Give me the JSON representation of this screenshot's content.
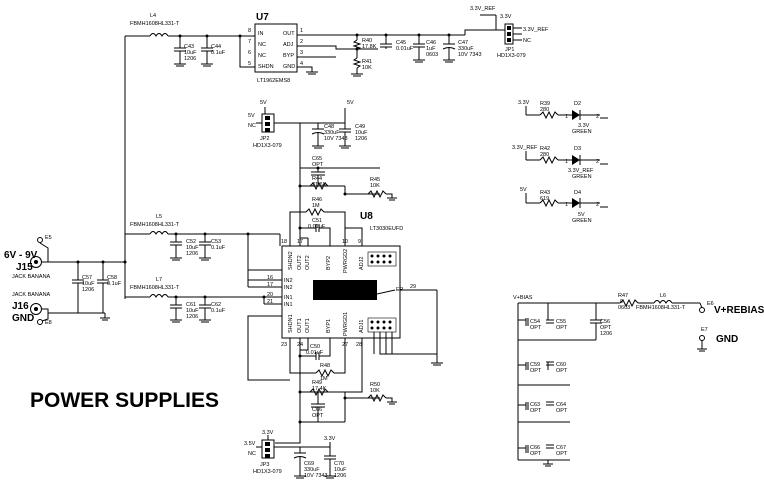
{
  "title": "POWER SUPPLIES",
  "connectors": {
    "j15": {
      "ref": "J15",
      "volt": "6V - 9V",
      "name": "JACK BANANA",
      "pin": "E5"
    },
    "j16": {
      "ref": "J16",
      "volt": "GND",
      "name": "JACK BANANA",
      "pin": "E8"
    },
    "e6": {
      "pin": "E6",
      "label": "V+REBIAS"
    },
    "e7": {
      "pin": "E7",
      "label": "GND"
    }
  },
  "u7": {
    "ref": "U7",
    "part": "LT1962EMS8",
    "pins_left": [
      "IN",
      "NC",
      "NC",
      "SHDN"
    ],
    "pins_left_num": [
      "8",
      "7",
      "6",
      "5"
    ],
    "pins_right": [
      "OUT",
      "ADJ",
      "BYP",
      "GND"
    ],
    "pins_right_num": [
      "1",
      "2",
      "3",
      "4"
    ]
  },
  "u8": {
    "ref": "U8",
    "part": "LT3030EUFD",
    "top_pins": [
      "SHDN2",
      "OUT2",
      "OUT2",
      "BYP2",
      "PWRGD2",
      "ADJ2"
    ],
    "top_nums": [
      "18",
      "17",
      "",
      "",
      "10",
      "9"
    ],
    "bot_pins": [
      "SHDN1",
      "OUT1",
      "OUT1",
      "BYP1",
      "PWRGD1",
      "ADJ1"
    ],
    "bot_nums": [
      "23",
      "24",
      "",
      "",
      "27",
      "28"
    ],
    "left_pins": [
      "IN2",
      "IN2",
      "IN1",
      "IN1"
    ],
    "left_nums": [
      "16",
      "17",
      "20",
      "21"
    ],
    "ep": "EP",
    "ep_num": "29"
  },
  "ferrites": {
    "l4": {
      "ref": "L4",
      "part": "FBMH1608HL331-T"
    },
    "l5": {
      "ref": "L5",
      "part": "FBMH1608HL331-T"
    },
    "l7": {
      "ref": "L7",
      "part": "FBMH1608HL331-T"
    },
    "l6": {
      "ref": "L6",
      "part": "FBMH1608HL331-T"
    }
  },
  "caps": {
    "c43": [
      "C43",
      "10uF",
      "1206"
    ],
    "c44": [
      "C44",
      "0.1uF",
      ""
    ],
    "c45": [
      "C45",
      "0.01uF",
      ""
    ],
    "c46": [
      "C46",
      "1uF",
      "0603"
    ],
    "c47": [
      "C47",
      "330uF",
      "10V 7343"
    ],
    "c48": [
      "C48",
      "330uF",
      "10V 7343"
    ],
    "c49": [
      "C49",
      "10uF",
      "1206"
    ],
    "c65": [
      "C65",
      "OPT",
      ""
    ],
    "c51": [
      "C51",
      "0.01uF",
      ""
    ],
    "c52": [
      "C52",
      "10uF",
      "1206"
    ],
    "c53": [
      "C53",
      "0.1uF",
      ""
    ],
    "c57": [
      "C57",
      "10uF",
      "1206"
    ],
    "c58": [
      "C58",
      "0.1uF",
      ""
    ],
    "c61": [
      "C61",
      "10uF",
      "1206"
    ],
    "c62": [
      "C62",
      "0.1uF",
      ""
    ],
    "c50": [
      "C50",
      "0.01uF",
      ""
    ],
    "c66": [
      "C66",
      "OPT",
      ""
    ],
    "c69": [
      "C69",
      "330uF",
      "10V 7343"
    ],
    "c70": [
      "C70",
      "10uF",
      "1206"
    ],
    "c54": [
      "C54",
      "OPT",
      ""
    ],
    "c55": [
      "C55",
      "OPT",
      ""
    ],
    "c56": [
      "C56",
      "OPT",
      "1206"
    ],
    "c59": [
      "C59",
      "OPT",
      ""
    ],
    "c60": [
      "C60",
      "OPT",
      ""
    ],
    "c63": [
      "C63",
      "OPT",
      ""
    ],
    "c64": [
      "C64",
      "OPT",
      ""
    ],
    "c66b": [
      "C66",
      "OPT",
      ""
    ],
    "c67": [
      "C67",
      "OPT",
      ""
    ]
  },
  "resistors": {
    "r40": [
      "R40",
      "17.8K"
    ],
    "r41": [
      "R41",
      "10K"
    ],
    "r44": [
      "R44",
      "31.6K"
    ],
    "r45": [
      "R45",
      "10K"
    ],
    "r46": [
      "R46",
      "1M"
    ],
    "r48": [
      "R48",
      "1M"
    ],
    "r49": [
      "R49",
      "17.4K"
    ],
    "r50": [
      "R50",
      "10K"
    ],
    "r39": [
      "R39",
      "280"
    ],
    "r42": [
      "R42",
      "280"
    ],
    "r43": [
      "R43",
      "619"
    ],
    "r47": [
      "R47",
      "0",
      "0603"
    ]
  },
  "leds": {
    "d2": [
      "D2",
      "3.3V",
      "GREEN",
      "3.3V"
    ],
    "d3": [
      "D3",
      "3.3V_REF",
      "GREEN",
      "3.3V_REF"
    ],
    "d4": [
      "D4",
      "5V",
      "GREEN",
      "5V"
    ]
  },
  "jumpers": {
    "jp1": [
      "JP1",
      "HD1X3-079",
      "3.3V",
      "3.3V_REF",
      "NC"
    ],
    "jp2": [
      "JP2",
      "HD1X3-079",
      "5V",
      "NC"
    ],
    "jp3": [
      "JP3",
      "HD1X3-079",
      "3.5V",
      "NC"
    ]
  },
  "nets": {
    "v33ref": "3.3V_REF",
    "v33": "3.3V",
    "v5": "5V",
    "vbias": "V+BIAS"
  },
  "pinnums": {
    "one": "1",
    "two": "2",
    "three": "3"
  }
}
